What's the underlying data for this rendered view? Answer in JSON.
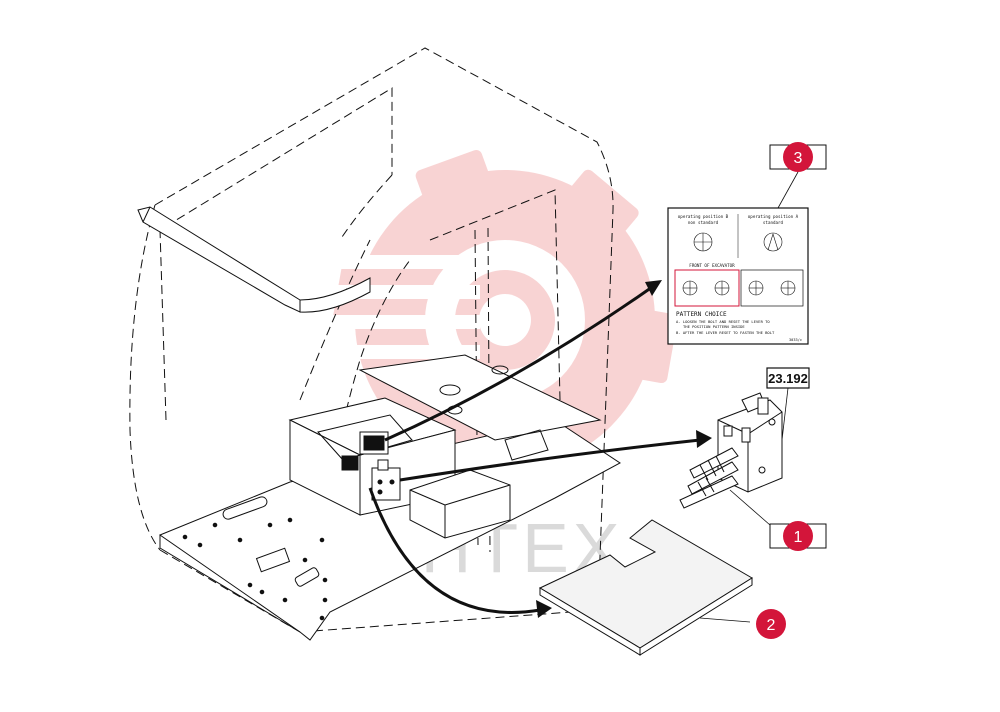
{
  "watermark": {
    "text": "ИНТЕХ",
    "color": "#e03c3c"
  },
  "colors": {
    "callout": "#d3153a",
    "line": "#111111"
  },
  "callouts": [
    {
      "id": "1",
      "label": "1"
    },
    {
      "id": "2",
      "label": "2"
    },
    {
      "id": "3",
      "label": "3"
    }
  ],
  "reference": {
    "label": "23.192"
  },
  "decal": {
    "pos_b_line1": "operating position B",
    "pos_b_line2": "non standard",
    "pos_a_line1": "operating position A",
    "pos_a_line2": "standard",
    "front": "FRONT OF EXCAVATOR",
    "pattern": "PATTERN CHOICE",
    "step1a": "A. LOOSEN THE BOLT AND RESET THE LEVER TO",
    "step1b": "THE POSITION PATTERN INSIDE",
    "step2": "B. AFTER THE LEVER RESET TO FASTEN THE BOLT",
    "code": "3033/c"
  }
}
